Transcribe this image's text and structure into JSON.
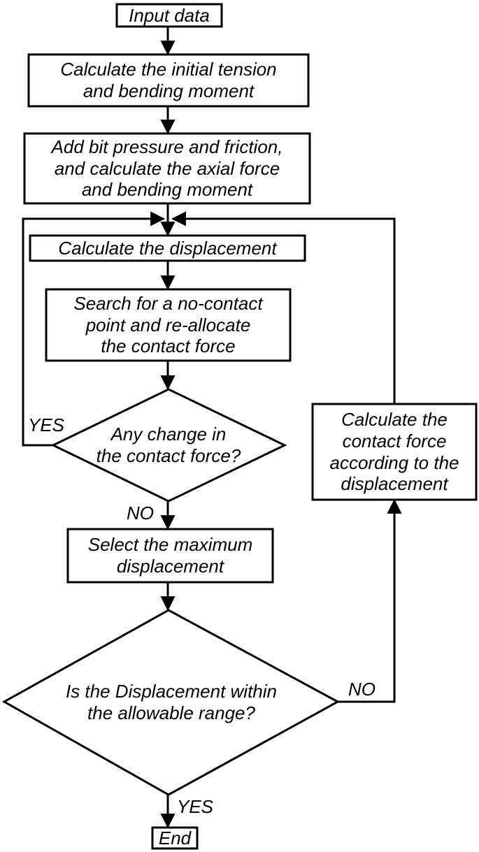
{
  "nodes": {
    "input": {
      "lines": [
        "Input data"
      ]
    },
    "init_tension": {
      "lines": [
        "Calculate the initial tension",
        "and bending moment"
      ]
    },
    "bit_pressure": {
      "lines": [
        "Add bit pressure and friction,",
        "and calculate the axial force",
        "and bending moment"
      ]
    },
    "displacement": {
      "lines": [
        "Calculate the displacement"
      ]
    },
    "search": {
      "lines": [
        "Search for a no-contact",
        "point and re-allocate",
        "the contact force"
      ]
    },
    "any_change": {
      "lines": [
        "Any change in",
        "the contact force?"
      ]
    },
    "select_max": {
      "lines": [
        "Select the maximum",
        "displacement"
      ]
    },
    "within_range": {
      "lines": [
        "Is the Displacement within",
        "the allowable range?"
      ]
    },
    "contact_force": {
      "lines": [
        "Calculate the",
        "contact force",
        "according to the",
        "displacement"
      ]
    },
    "end": {
      "lines": [
        "End"
      ]
    }
  },
  "edge_labels": {
    "change_yes": "YES",
    "change_no": "NO",
    "range_no": "NO",
    "range_yes": "YES"
  }
}
